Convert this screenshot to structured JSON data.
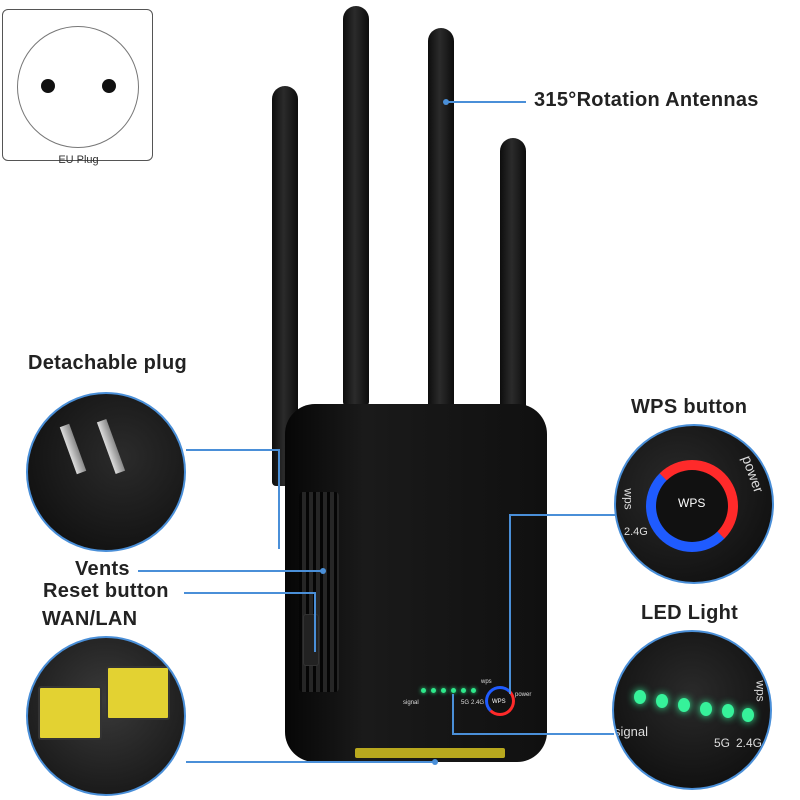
{
  "eu_plug": {
    "label": "EU Plug"
  },
  "callouts": {
    "antennas": "315°Rotation Antennas",
    "detachable_plug": "Detachable plug",
    "vents": "Vents",
    "reset_button": "Reset button",
    "wan_lan": "WAN/LAN",
    "wps_button": "WPS button",
    "led_light": "LED Light"
  },
  "device_panel": {
    "signal": "signal",
    "band_5g": "5G",
    "band_24g": "2.4G",
    "wps": "wps",
    "power": "power",
    "wps_center": "WPS"
  },
  "wps_inset": {
    "wps": "wps",
    "power": "power",
    "center": "WPS",
    "band": "2.4G"
  },
  "led_inset": {
    "signal": "signal",
    "band_5g": "5G",
    "band_24g": "2.4G",
    "wps": "wps"
  },
  "colors": {
    "callout_line": "#4a8fd8",
    "led": "#36f29a",
    "device": "#111111",
    "port_yellow": "#e3d232"
  }
}
